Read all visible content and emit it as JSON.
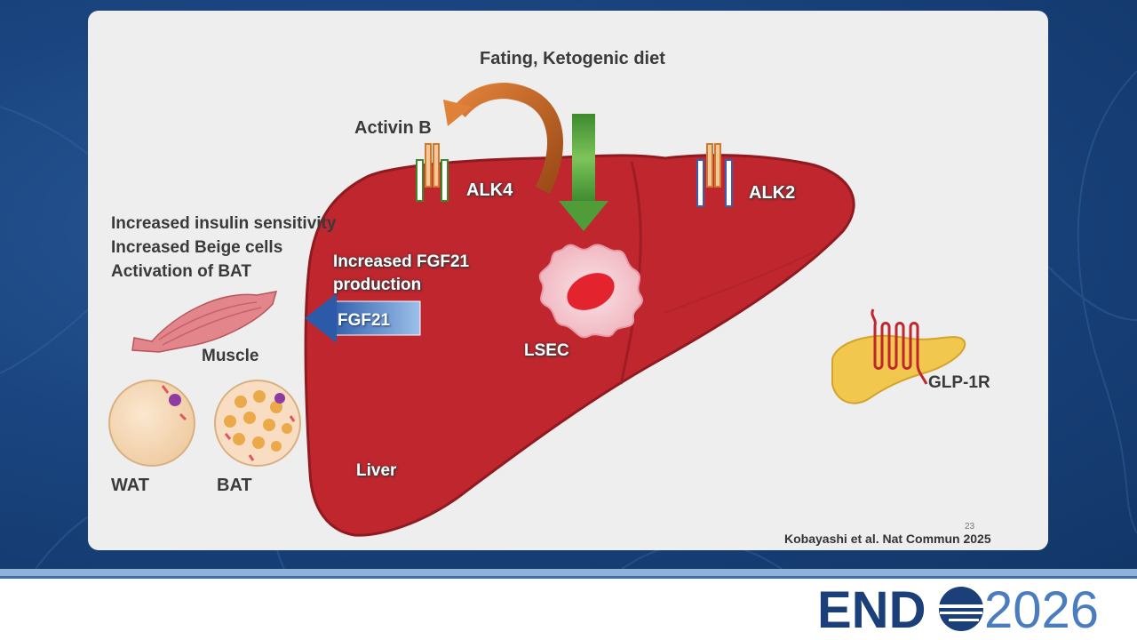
{
  "slide": {
    "title": "Fating, Ketogenic diet",
    "activin": "Activin B",
    "alk4": "ALK4",
    "alk2": "ALK2",
    "effects": [
      "Increased insulin sensitivity",
      "Increased Beige cells",
      "Activation of BAT"
    ],
    "fgf21_production": [
      "Increased FGF21",
      "production"
    ],
    "fgf21": "FGF21",
    "lsec": "LSEC",
    "muscle": "Muscle",
    "wat": "WAT",
    "bat": "BAT",
    "liver": "Liver",
    "glp1r": "GLP-1R",
    "page_number": "23",
    "citation": "Kobayashi et al. Nat Commun 2025"
  },
  "footer": {
    "logo_left": "END",
    "logo_right": "2026"
  },
  "colors": {
    "liver": "#c0262e",
    "brand_navy": "#1b3f78",
    "brand_light": "#4a7cc0"
  }
}
